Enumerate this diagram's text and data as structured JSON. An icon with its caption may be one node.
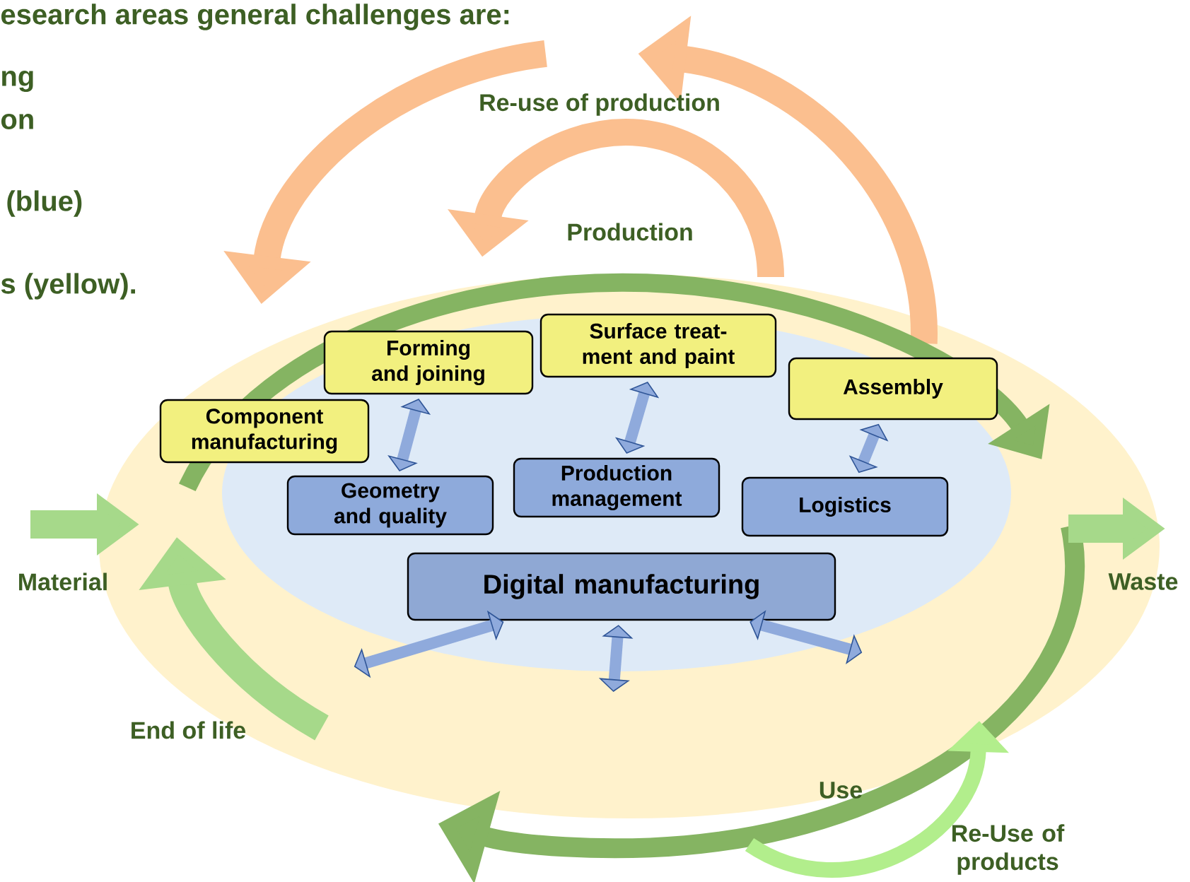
{
  "diagram": {
    "nodes": [
      {
        "text": [
          "Component manufacturing"
        ]
      },
      {
        "text": [
          "Forming and joining"
        ]
      },
      {
        "text": [
          "Surface treat-ment and paint"
        ]
      },
      {
        "text": [
          "Assembly"
        ]
      },
      {
        "text": [
          "Geometry and quality"
        ]
      },
      {
        "text": [
          "Production management"
        ]
      },
      {
        "text": [
          "Logistics"
        ]
      },
      {
        "text": [
          "Digital manufacturing"
        ]
      }
    ],
    "edges": [
      {
        "from": 1,
        "to": 4,
        "arrow": "both"
      },
      {
        "from": 2,
        "to": 5,
        "arrow": "both"
      },
      {
        "from": 3,
        "to": 6,
        "arrow": "both"
      },
      {
        "from": 7,
        "to": null,
        "arrow": "both"
      },
      {
        "from": 7,
        "to": null,
        "arrow": "both"
      },
      {
        "from": 7,
        "to": null,
        "arrow": "both"
      }
    ],
    "labels": [
      "esearch areas general challenges are:",
      "ng",
      "on",
      "(blue)",
      "s (yellow).",
      "Re-use of production",
      "Production",
      "Material",
      "Waste",
      "End of life",
      "Use",
      "Re-Use of products"
    ]
  }
}
